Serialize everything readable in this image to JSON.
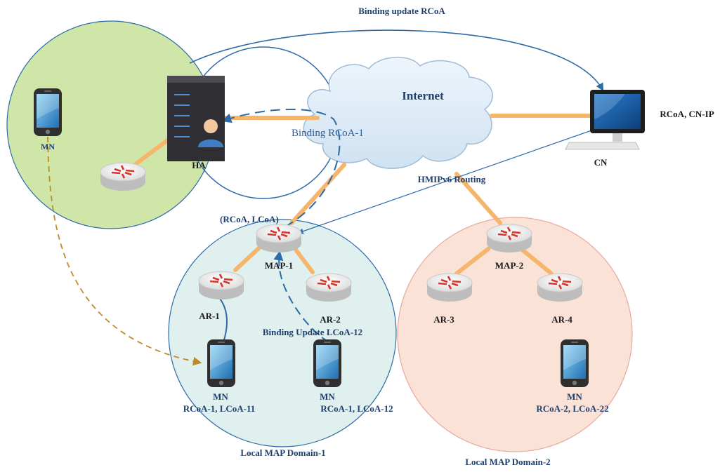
{
  "top_label": "Binding update RCoA",
  "internet_label": "Internet",
  "binding_rcoa_label": "Binding RCoA-1",
  "hmip_label": "HMIPv6 Routing",
  "rcoa_lcoa_label": "(RCoA, LCoA)",
  "binding_update_lcoa_label": "Binding Update LCoA-12",
  "ha_label": "HA",
  "cn_label": "CN",
  "cn_ip_label": "RCoA, CN-IP",
  "home_mn_label": "MN",
  "map1_label": "MAP-1",
  "map2_label": "MAP-2",
  "ar1_label": "AR-1",
  "ar2_label": "AR-2",
  "ar3_label": "AR-3",
  "ar4_label": "AR-4",
  "mn1": {
    "name": "MN",
    "addr": "RCoA-1, LCoA-11"
  },
  "mn2": {
    "name": "MN",
    "addr": "RCoA-1, LCoA-12"
  },
  "mn3": {
    "name": "MN",
    "addr": "RCoA-2, LCoA-22"
  },
  "domain1_label": "Local MAP Domain-1",
  "domain2_label": "Local MAP Domain-2",
  "colors": {
    "home_domain": "#cfe6a8",
    "domain1": "#dff0ee",
    "domain2": "#fbe2d6",
    "link": "#f6b56b",
    "signal": "#2d6aa8",
    "move": "#c08a2a"
  }
}
